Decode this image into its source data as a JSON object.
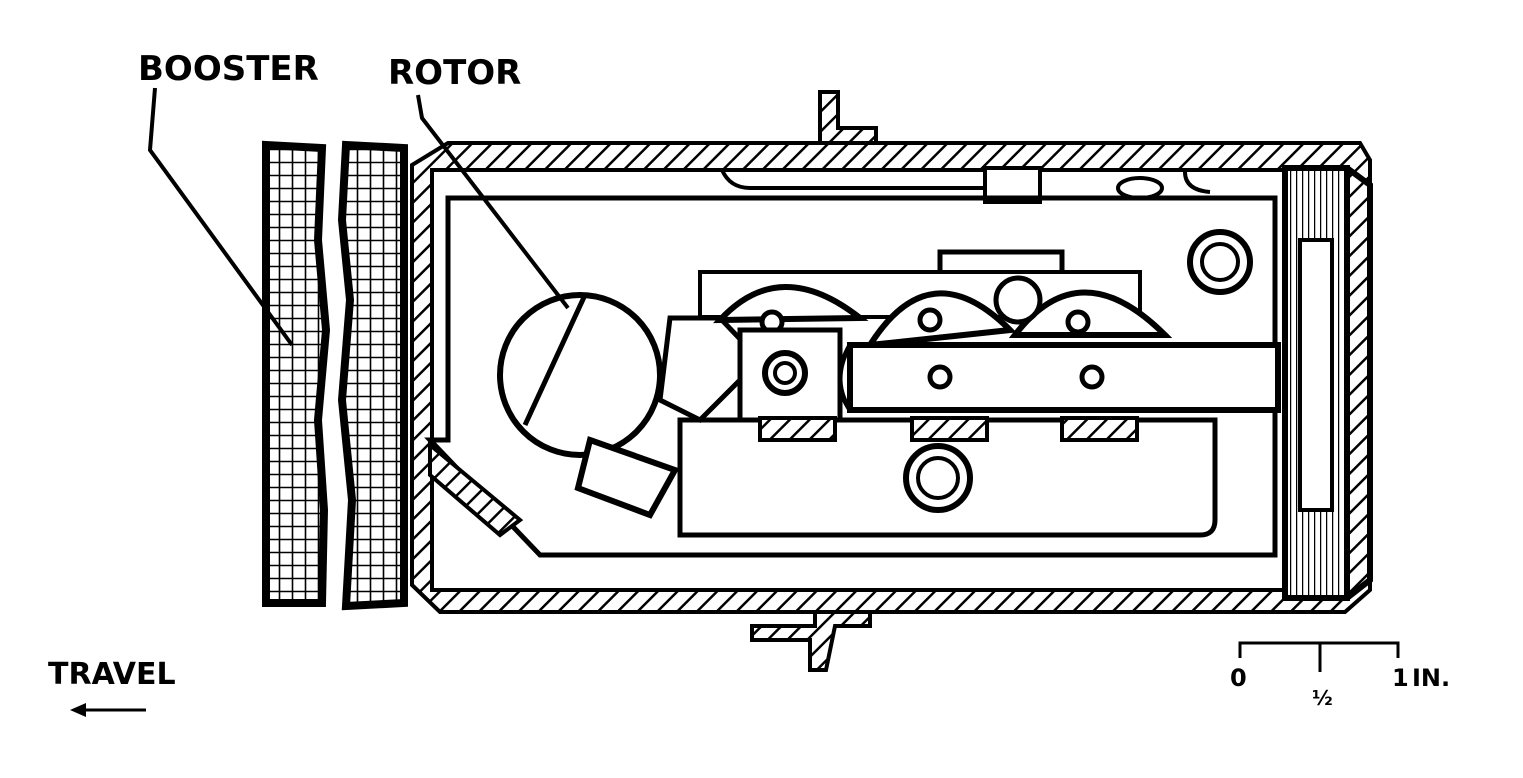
{
  "labels": {
    "booster": "BOOSTER",
    "rotor": "ROTOR",
    "travel": "TRAVEL"
  },
  "scale": {
    "zero": "0",
    "half": "½",
    "one": "1",
    "unit": "IN."
  },
  "colors": {
    "ink": "#000000",
    "paper": "#ffffff"
  }
}
